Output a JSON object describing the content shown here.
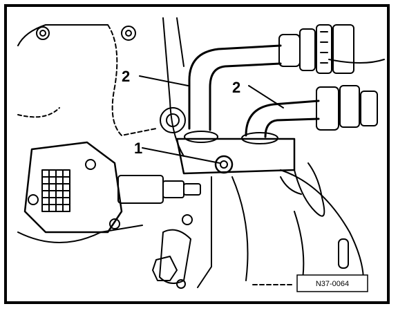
{
  "callouts": [
    {
      "id": "bolt",
      "text": "1"
    },
    {
      "id": "pipe-left",
      "text": "2"
    },
    {
      "id": "pipe-right",
      "text": "2"
    }
  ],
  "reference_code": "N37-0064"
}
